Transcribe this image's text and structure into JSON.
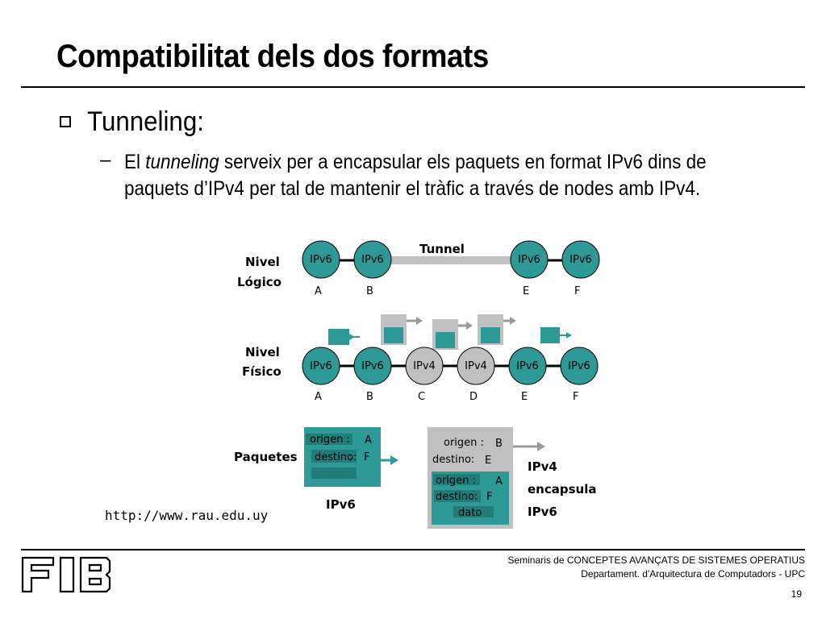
{
  "slide": {
    "title": "Compatibilitat dels dos formats",
    "bullet": "Tunneling:",
    "dash": "–",
    "para_before": "El ",
    "para_em": "tunneling",
    "para_after": " serveix per a encapsular els paquets en format IPv6 dins de paquets d’IPv4 per tal de mantenir el tràfic a través de nodes amb IPv4.",
    "url": "http://www.rau.edu.uy",
    "footer_line1": "Seminaris de CONCEPTES AVANÇATS DE SISTEMES OPERATIUS",
    "footer_line2": "Departament.  d'Arquitectura de Computadors - UPC",
    "page_number": "19",
    "logo_text": "FIB"
  },
  "diagram": {
    "row_logico": {
      "label_line1": "Nivel",
      "label_line2": "Lógico",
      "tunnel_label": "Tunnel",
      "nodes": [
        {
          "text": "IPv6",
          "letter": "A",
          "ipv4": false
        },
        {
          "text": "IPv6",
          "letter": "B",
          "ipv4": false
        },
        {
          "text": "IPv6",
          "letter": "E",
          "ipv4": false
        },
        {
          "text": "IPv6",
          "letter": "F",
          "ipv4": false
        }
      ]
    },
    "row_fisico": {
      "label_line1": "Nivel",
      "label_line2": "Físico",
      "nodes": [
        {
          "text": "IPv6",
          "letter": "A",
          "ipv4": false
        },
        {
          "text": "IPv6",
          "letter": "B",
          "ipv4": false
        },
        {
          "text": "IPv4",
          "letter": "C",
          "ipv4": true
        },
        {
          "text": "IPv4",
          "letter": "D",
          "ipv4": true
        },
        {
          "text": "IPv6",
          "letter": "E",
          "ipv4": false
        },
        {
          "text": "IPv6",
          "letter": "F",
          "ipv4": false
        }
      ]
    },
    "paquetes": {
      "label": "Paquetes",
      "ipv6_packet": {
        "origen_label": "origen :",
        "origen_value": "A",
        "destino_label": "destino:",
        "destino_value": "F",
        "caption": "IPv6"
      },
      "ipv4_packet": {
        "origen_label": "origen :",
        "origen_value": "B",
        "destino_label": "destino:",
        "destino_value": "E",
        "inner_origen_label": "origen :",
        "inner_origen_value": "A",
        "inner_destino_label": "destino:",
        "inner_destino_value": "F",
        "inner_data": "dato"
      },
      "caption_line1": "IPv4",
      "caption_line2": "encapsula",
      "caption_line3": "IPv6"
    }
  },
  "colors": {
    "teal": "#2e9a97",
    "teal_dark": "#1f7d7a",
    "gray": "#c0c0c0",
    "gray_dark": "#9a9a9a"
  }
}
